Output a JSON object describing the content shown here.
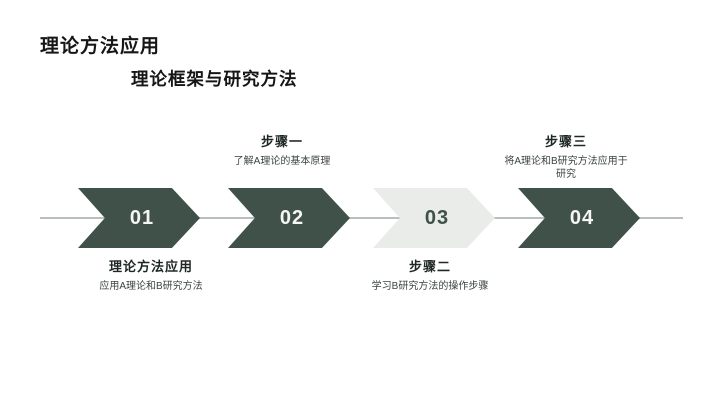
{
  "slide": {
    "title": "理论方法应用",
    "subtitle": "理论框架与研究方法"
  },
  "colors": {
    "arrow_dark": "#3f5149",
    "arrow_light": "#eaecea",
    "number_on_dark": "#f5f6f5",
    "number_on_light": "#3f5149",
    "timeline_line": "#b9bfbc",
    "title_text": "#161616",
    "label_text": "#1e2823",
    "description_text": "#3c4540",
    "background": "#ffffff"
  },
  "steps": [
    {
      "number": "01",
      "style": "dark",
      "label_position": "below",
      "label": "理论方法应用",
      "description": "应用A理论和B研究方法"
    },
    {
      "number": "02",
      "style": "dark",
      "label_position": "above",
      "label": "步骤一",
      "description": "了解A理论的基本原理"
    },
    {
      "number": "03",
      "style": "light",
      "label_position": "below",
      "label": "步骤二",
      "description": "学习B研究方法的操作步骤"
    },
    {
      "number": "04",
      "style": "dark",
      "label_position": "above",
      "label": "步骤三",
      "description": "将A理论和B研究方法应用于研究"
    }
  ]
}
